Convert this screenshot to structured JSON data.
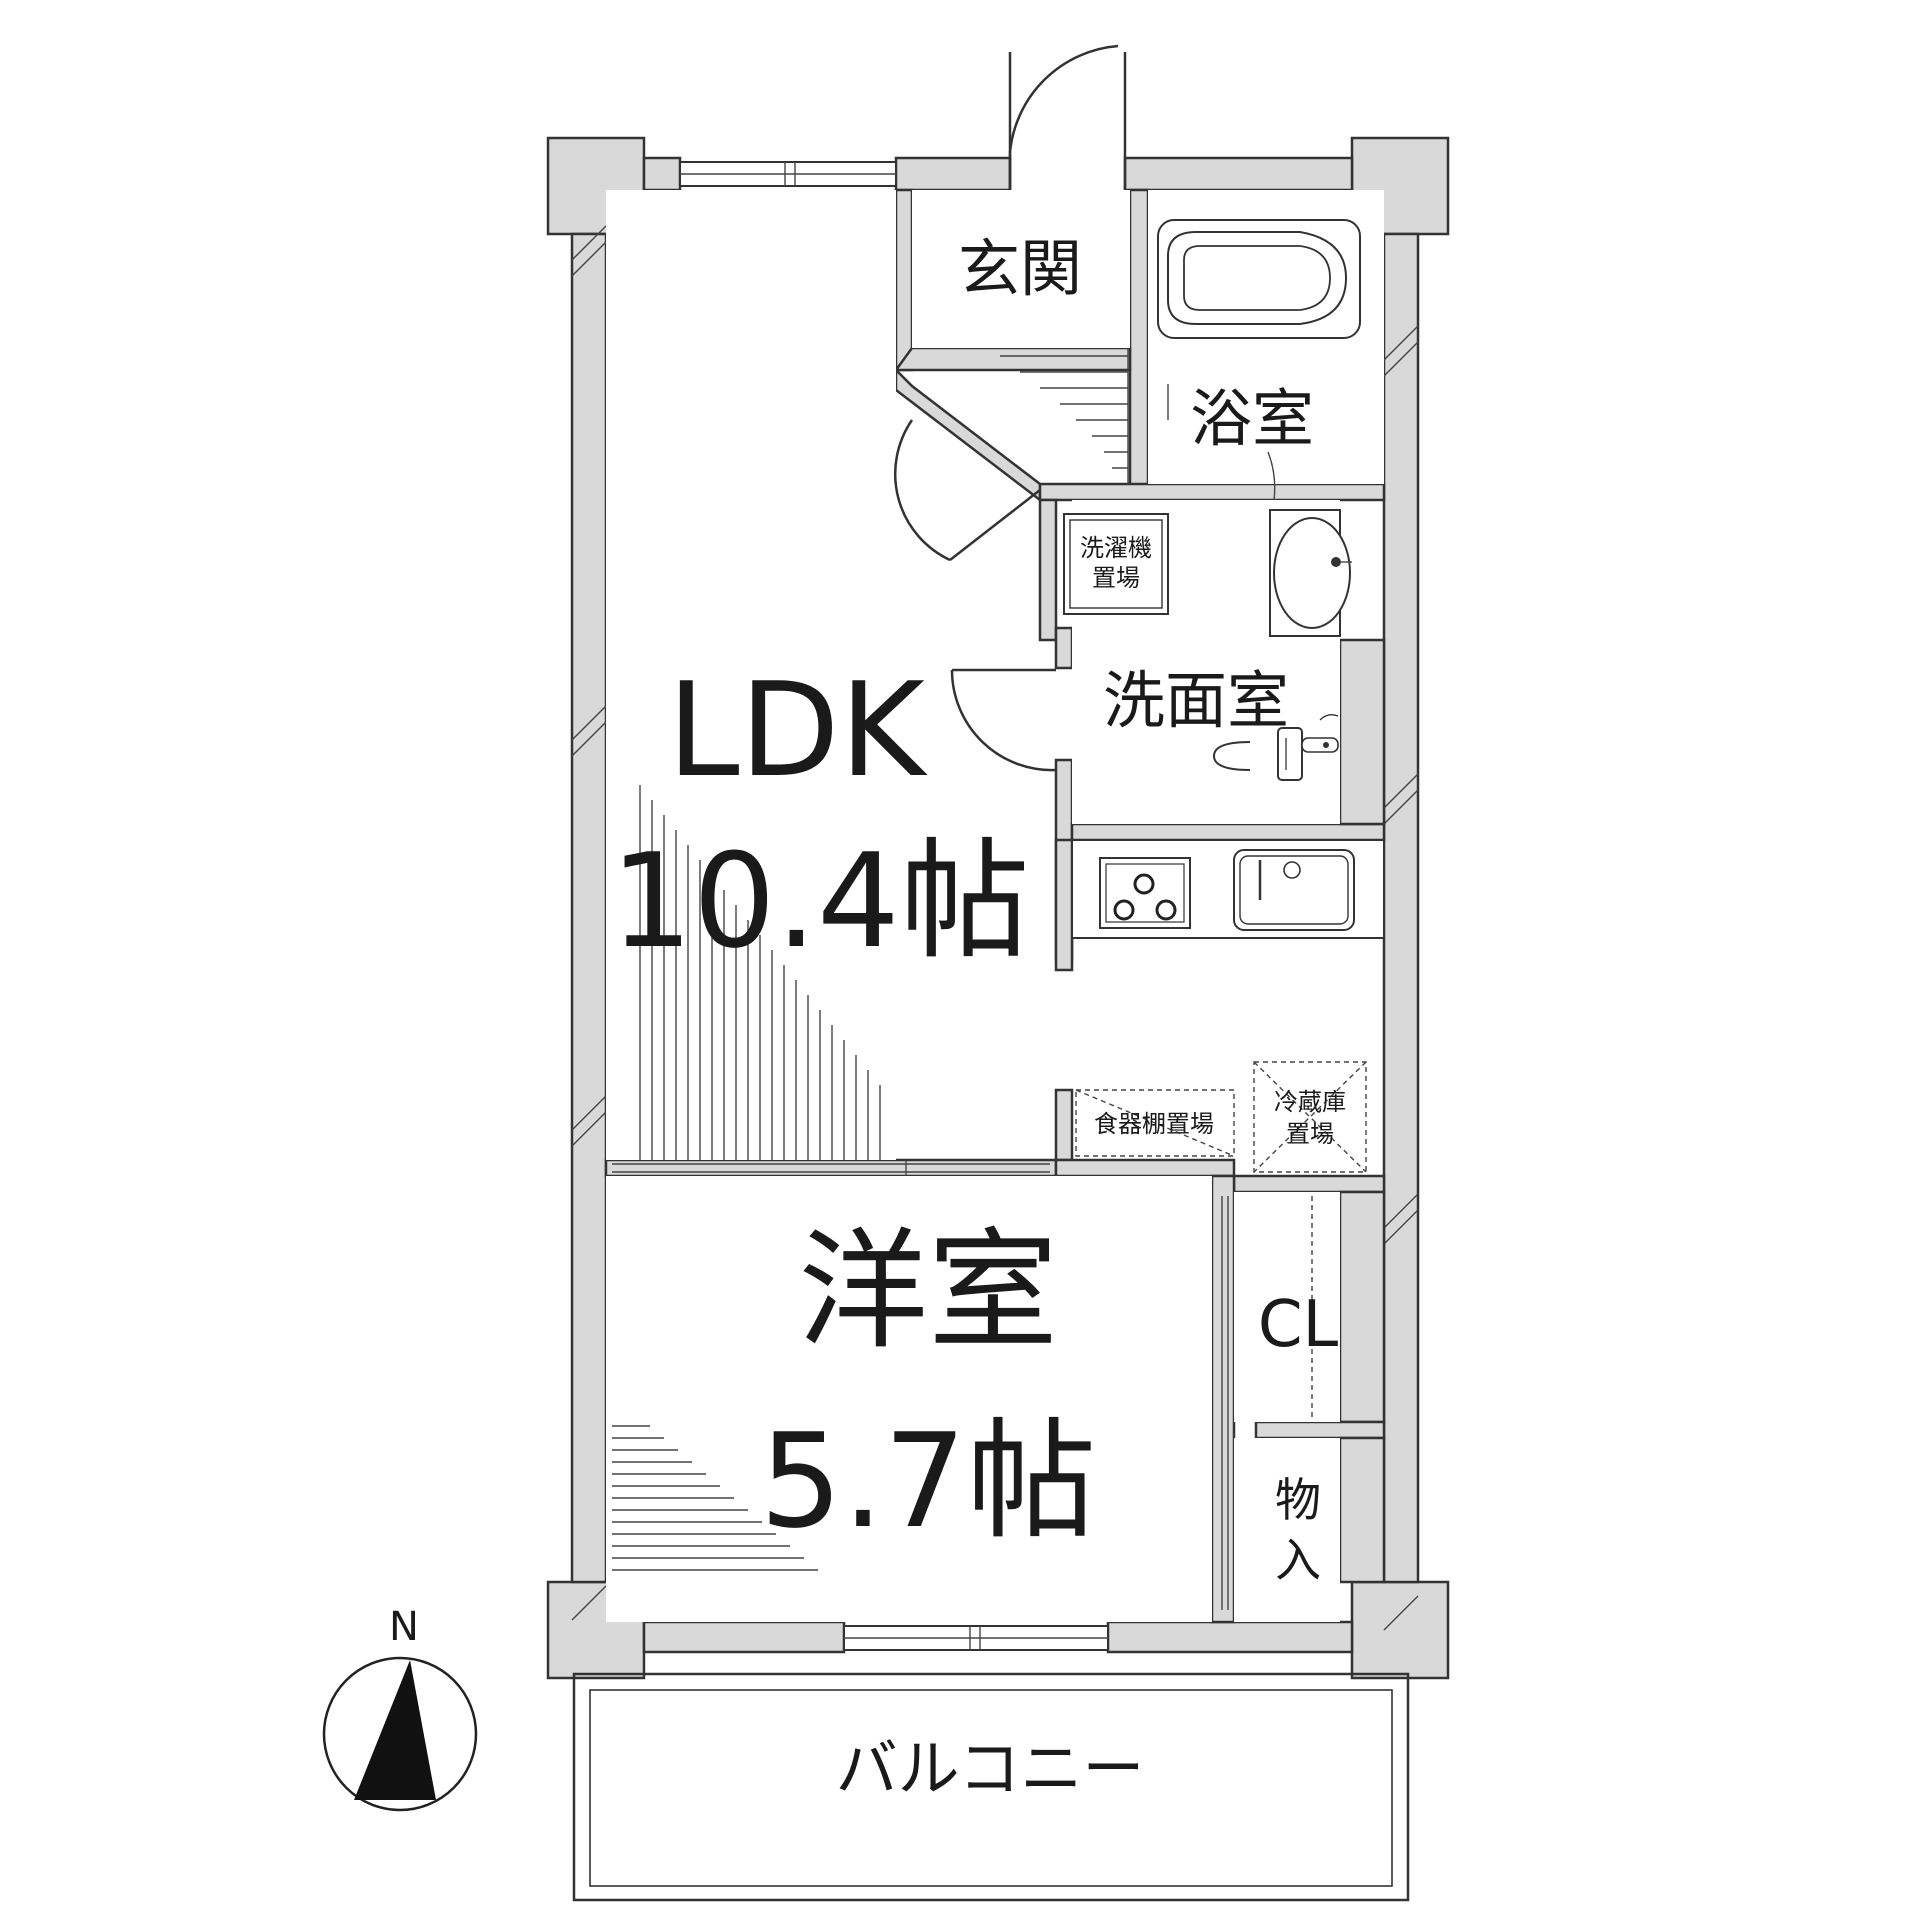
{
  "rooms": {
    "ldk_name": "LDK",
    "ldk_size": "10.4帖",
    "western_name": "洋室",
    "western_size": "5.7帖",
    "entrance": "玄関",
    "bath": "浴室",
    "washroom": "洗面室",
    "closet": "CL",
    "storage_1": "物",
    "storage_2": "入",
    "balcony": "バルコニー"
  },
  "fixtures": {
    "washer_1": "洗濯機",
    "washer_2": "置場",
    "cupboard": "食器棚置場",
    "fridge_1": "冷蔵庫",
    "fridge_2": "置場"
  },
  "compass": {
    "north": "N"
  }
}
